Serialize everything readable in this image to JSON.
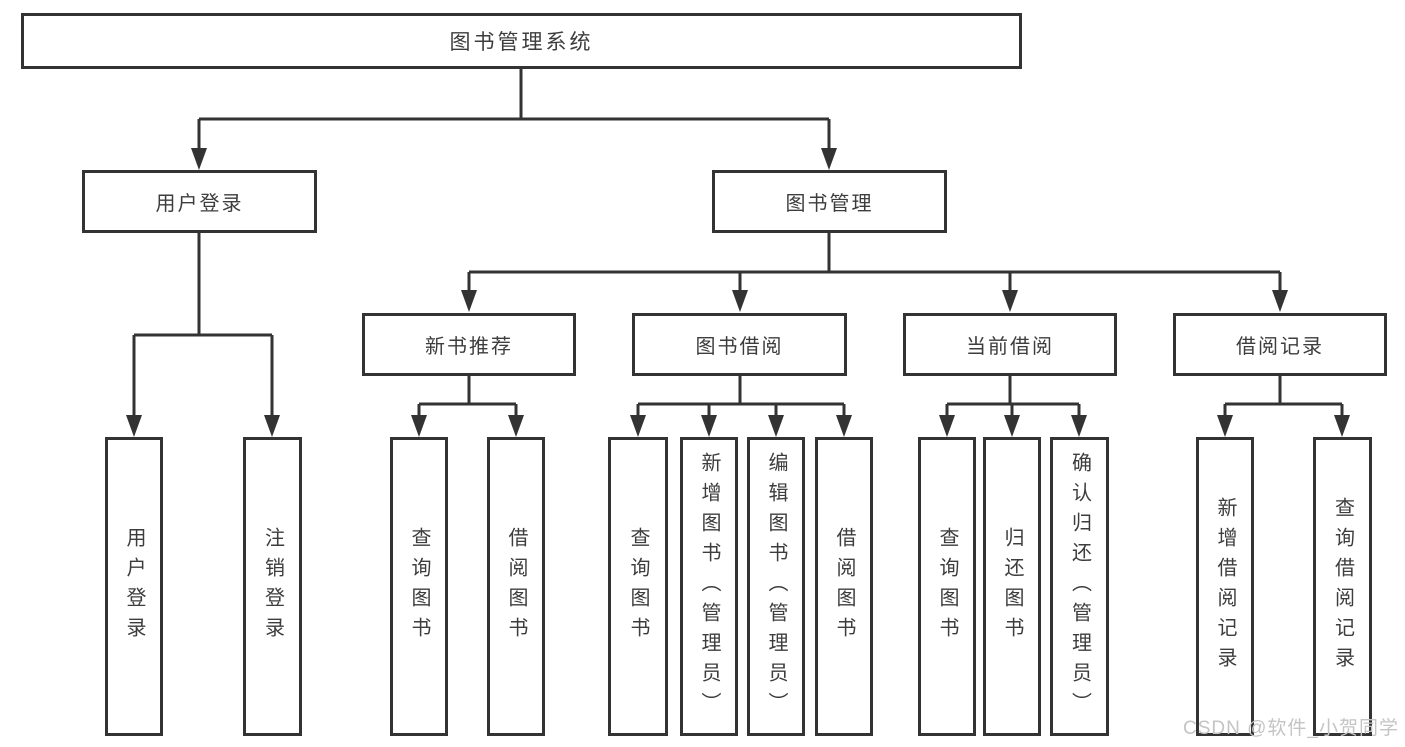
{
  "diagram_title": "图书管理系统",
  "tree": {
    "label": "图书管理系统",
    "children": [
      {
        "label": "用户登录",
        "children": [
          {
            "label": "用户登录"
          },
          {
            "label": "注销登录"
          }
        ]
      },
      {
        "label": "图书管理",
        "children": [
          {
            "label": "新书推荐",
            "children": [
              {
                "label": "查询图书"
              },
              {
                "label": "借阅图书"
              }
            ]
          },
          {
            "label": "图书借阅",
            "children": [
              {
                "label": "查询图书"
              },
              {
                "label": "新增图书（管理员）"
              },
              {
                "label": "编辑图书（管理员）"
              },
              {
                "label": "借阅图书"
              }
            ]
          },
          {
            "label": "当前借阅",
            "children": [
              {
                "label": "查询图书"
              },
              {
                "label": "归还图书"
              },
              {
                "label": "确认归还（管理员）"
              }
            ]
          },
          {
            "label": "借阅记录",
            "children": [
              {
                "label": "新增借阅记录"
              },
              {
                "label": "查询借阅记录"
              }
            ]
          }
        ]
      }
    ]
  },
  "watermark": {
    "text": "CSDN @软件_小贺同学"
  },
  "colors": {
    "line": "#333333",
    "text": "#3d3d3d",
    "watermark": "#c5c4c4",
    "background": "#ffffff"
  }
}
